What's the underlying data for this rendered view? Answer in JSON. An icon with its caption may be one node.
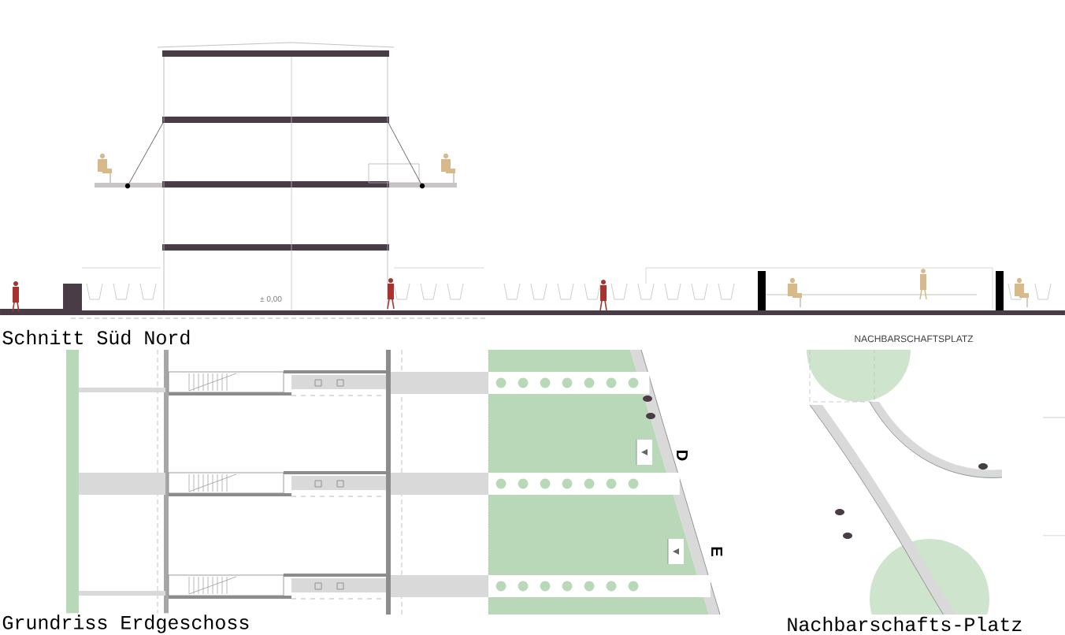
{
  "diagram": {
    "labels": [
      "± 0,00",
      "Schnitt Süd Nord",
      "NACHBARSCHAFTSPLATZ",
      "D",
      "E",
      "Grundriss Erdgeschoss",
      "Nachbarschafts-Platz"
    ]
  }
}
